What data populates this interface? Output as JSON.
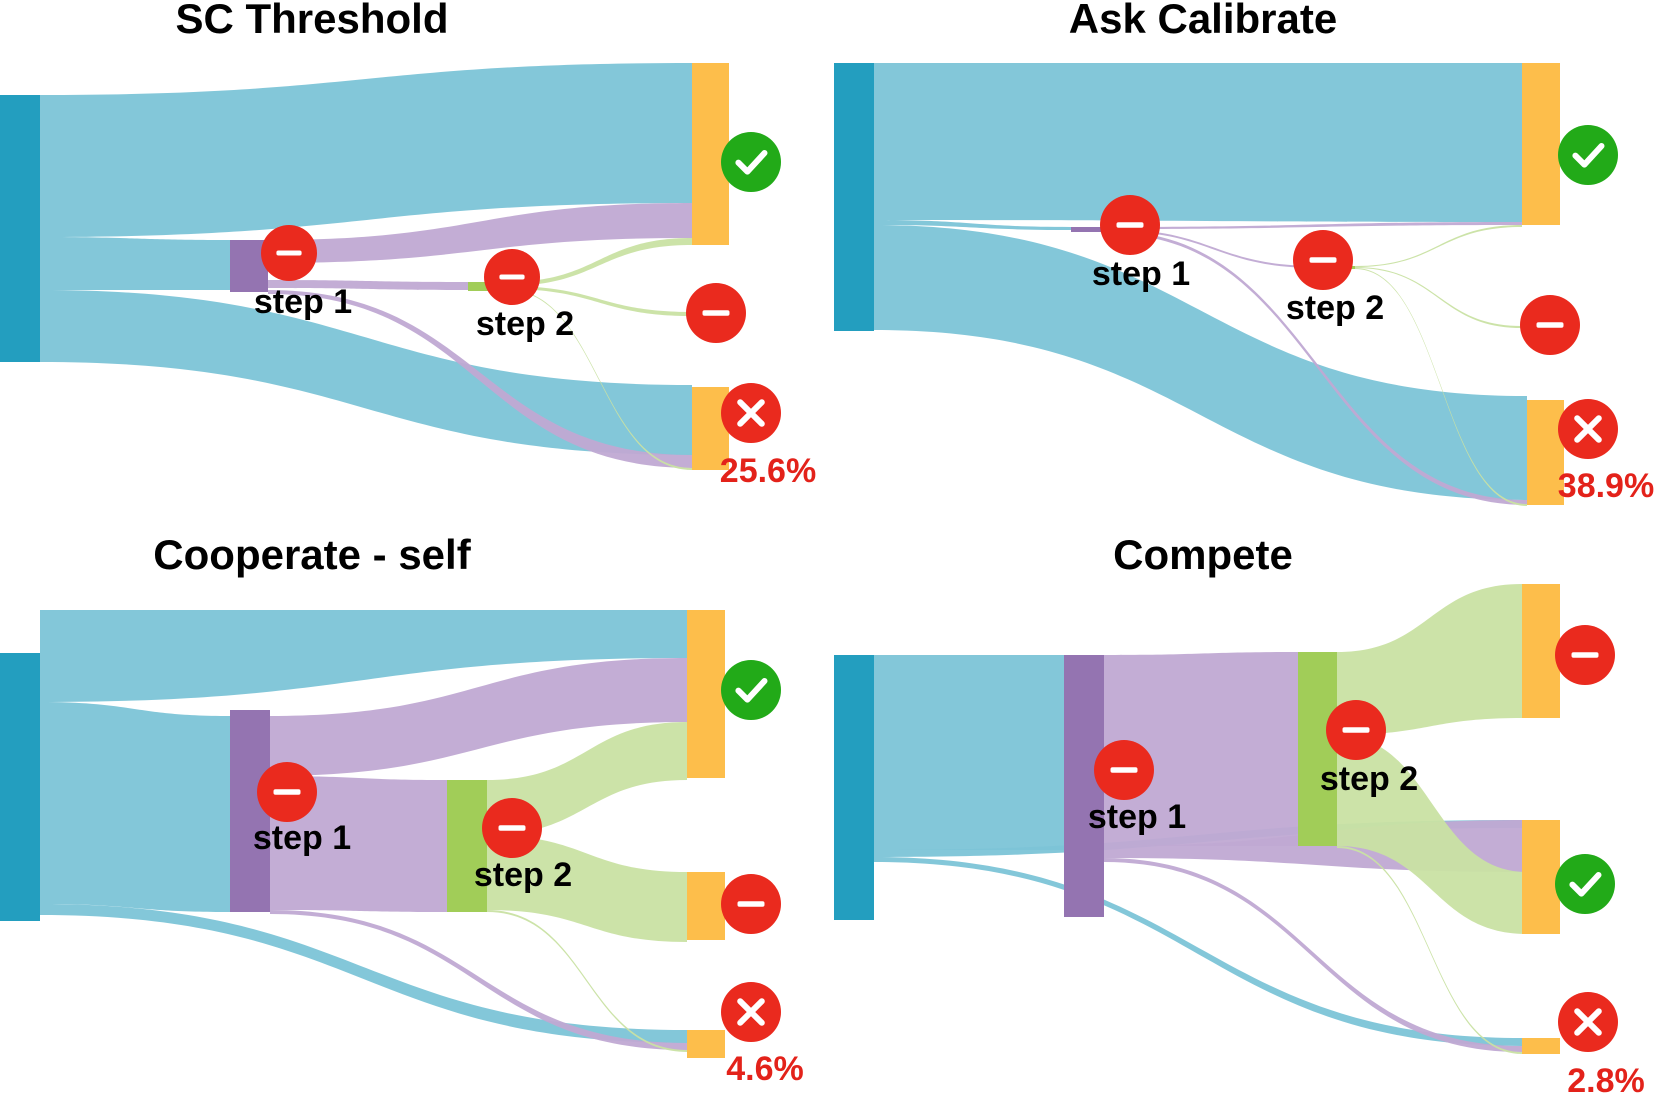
{
  "colors": {
    "source": "#239ebf",
    "source_flow": "#7cc4d7",
    "step1": "#9474b1",
    "step1_flow": "#c0a9d3",
    "step2": "#a1cd58",
    "step2_flow": "#c9e2a3",
    "outcome": "#fdbe4b",
    "correct_icon": "#22aa18",
    "wrong_icon": "#ea2a1e",
    "pct_text": "#e3221a"
  },
  "icons": {
    "step": "minus-circle-icon",
    "correct": "check-circle-icon",
    "abstain": "minus-circle-icon",
    "wrong": "x-circle-icon"
  },
  "panels": [
    {
      "title": "SC Threshold",
      "step1_label": "step 1",
      "step2_label": "step 2",
      "wrong_pct": "25.6%"
    },
    {
      "title": "Ask Calibrate",
      "step1_label": "step 1",
      "step2_label": "step 2",
      "wrong_pct": "38.9%"
    },
    {
      "title": "Cooperate - self",
      "step1_label": "step 1",
      "step2_label": "step 2",
      "wrong_pct": "4.6%"
    },
    {
      "title": "Compete",
      "step1_label": "step 1",
      "step2_label": "step 2",
      "wrong_pct": "2.8%"
    }
  ]
}
